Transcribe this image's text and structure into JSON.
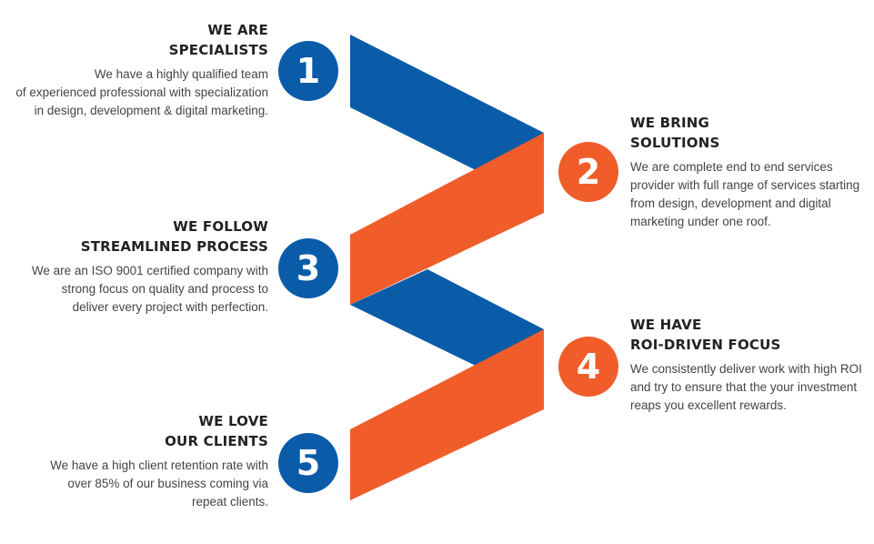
{
  "colors": {
    "blue": "#0a5ca9",
    "orange": "#f05d2a"
  },
  "steps": [
    {
      "number": "1",
      "color": "blue",
      "title_lines": [
        "WE ARE",
        "SPECIALISTS"
      ],
      "desc_lines": [
        "We have a highly qualified team",
        "of experienced professional with specialization",
        "in design, development & digital marketing."
      ]
    },
    {
      "number": "2",
      "color": "orange",
      "title_lines": [
        "WE BRING",
        "SOLUTIONS"
      ],
      "desc_lines": [
        "We are complete end to end services",
        "provider with full range of services starting",
        "from design, development and digital",
        "marketing under one roof."
      ]
    },
    {
      "number": "3",
      "color": "blue",
      "title_lines": [
        "WE FOLLOW",
        "STREAMLINED PROCESS"
      ],
      "desc_lines": [
        "We are an ISO 9001 certified company with",
        "strong focus on quality and process to",
        "deliver every project with perfection."
      ]
    },
    {
      "number": "4",
      "color": "orange",
      "title_lines": [
        "WE HAVE",
        "ROI-DRIVEN FOCUS"
      ],
      "desc_lines": [
        "We consistently deliver work with high ROI",
        "and try to ensure that the your investment",
        "reaps you excellent rewards."
      ]
    },
    {
      "number": "5",
      "color": "blue",
      "title_lines": [
        "WE LOVE",
        "OUR CLIENTS"
      ],
      "desc_lines": [
        "We have a high client retention rate with",
        "over 85% of our business coming via",
        "repeat clients."
      ]
    }
  ]
}
